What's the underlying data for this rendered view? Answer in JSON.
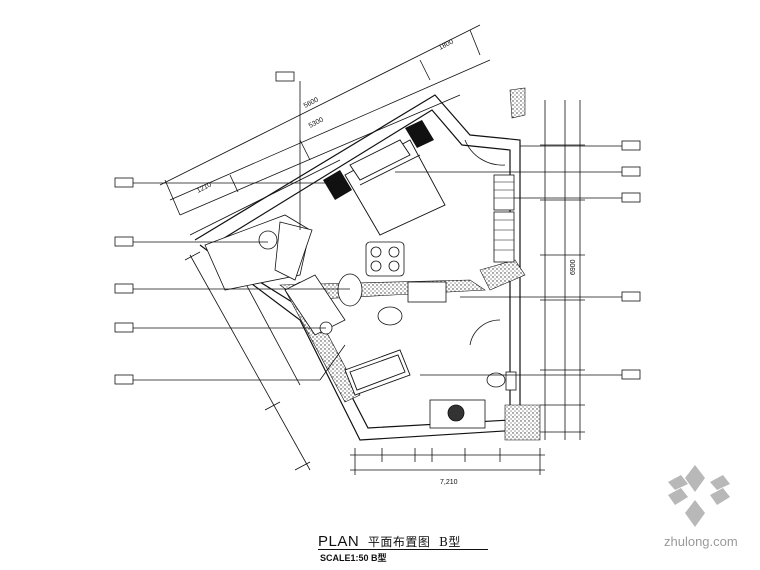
{
  "drawing": {
    "title_en": "PLAN",
    "title_cn": "平面布置图",
    "title_suffix": "B型",
    "scale": "SCALE1:50 B型",
    "watermark": "zhulong.com"
  },
  "dimensions": {
    "bottom_total": "7,210",
    "right_total": "6900",
    "top_outer": "1800",
    "top_mid": "5600",
    "top_inner": "5300",
    "top_small": "1210"
  },
  "callouts_left": [
    "",
    "",
    "",
    "",
    ""
  ],
  "callouts_right": [
    "",
    "",
    "",
    "",
    ""
  ]
}
